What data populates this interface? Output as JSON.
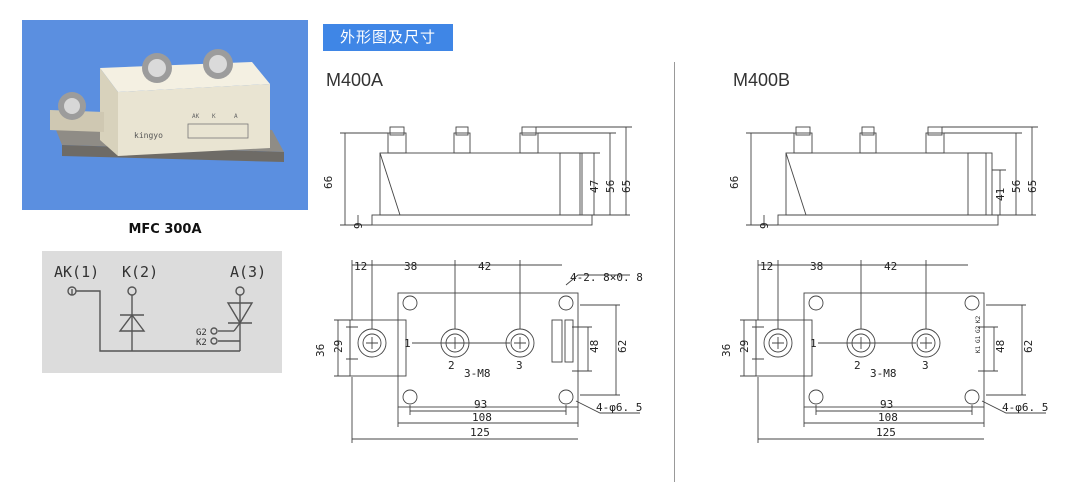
{
  "section_title": "外形图及尺寸",
  "photo": {
    "caption": "MFC 300A",
    "brand": "kingyo",
    "terminal_labels": [
      "AK",
      "K",
      "A"
    ]
  },
  "schematic": {
    "labels": [
      "AK(1)",
      "K(2)",
      "A(3)"
    ],
    "gate_labels": [
      "G2",
      "K2"
    ]
  },
  "drawings": [
    {
      "model": "M400A",
      "side_dims": {
        "total_height": "66",
        "base": "9",
        "body": "47",
        "pin1": "56",
        "pin2": "65"
      },
      "top_dims": {
        "d12": "12",
        "d38": "38",
        "d42": "42",
        "d36": "36",
        "d29": "29",
        "d48": "48",
        "d62": "62",
        "d93": "93",
        "d108": "108",
        "d125": "125"
      },
      "notes": {
        "pins": "4-2. 8×0. 8",
        "screws": "3-M8",
        "holes": "4-φ6. 5"
      },
      "terminals": [
        "1",
        "2",
        "3"
      ]
    },
    {
      "model": "M400B",
      "side_dims": {
        "total_height": "66",
        "base": "9",
        "body": "41",
        "pin1": "56",
        "pin2": "65"
      },
      "top_dims": {
        "d12": "12",
        "d38": "38",
        "d42": "42",
        "d36": "36",
        "d29": "29",
        "d48": "48",
        "d62": "62",
        "d93": "93",
        "d108": "108",
        "d125": "125"
      },
      "notes": {
        "screws": "3-M8",
        "holes": "4-φ6. 5"
      },
      "tab_labels": [
        "K1",
        "G1",
        "G2",
        "K2"
      ],
      "terminals": [
        "1",
        "2",
        "3"
      ]
    }
  ]
}
